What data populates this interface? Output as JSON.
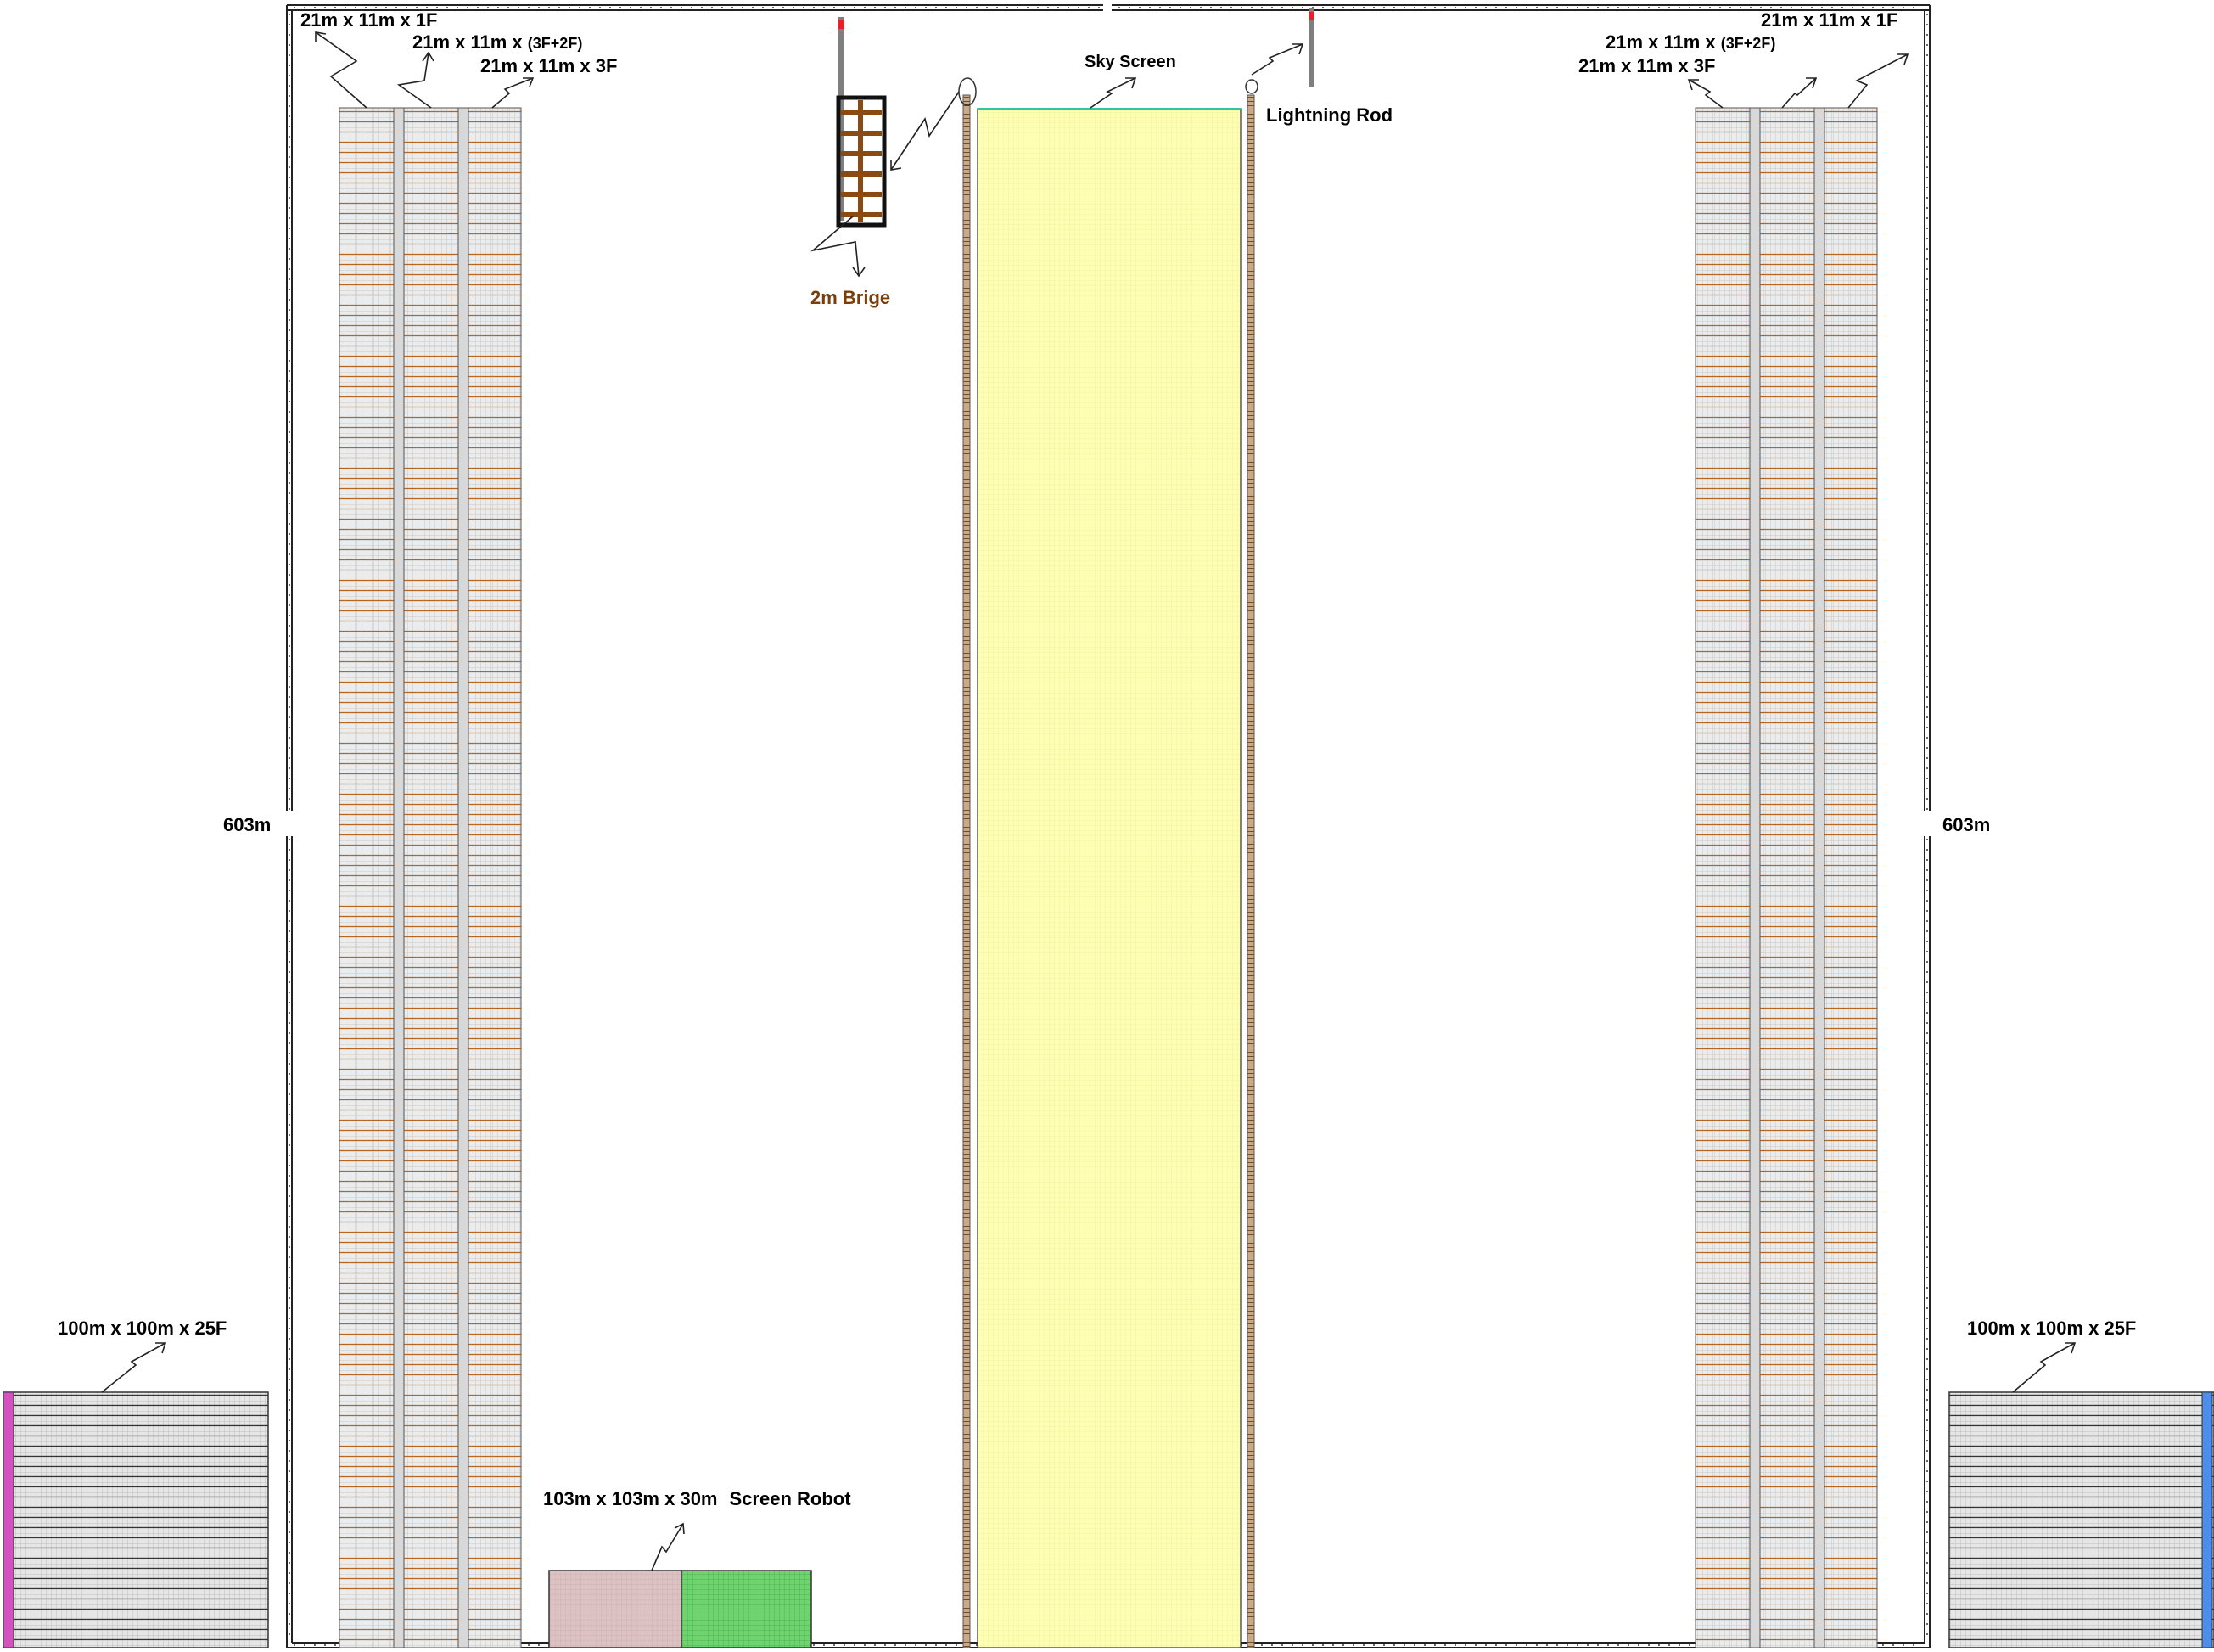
{
  "labels": {
    "left_tower_1f": "21m x 11m x 1F",
    "left_tower_3f2f_main": "21m x 11m x",
    "left_tower_3f2f_suffix": "(3F+2F)",
    "left_tower_3f": "21m x 11m x 3F",
    "right_tower_1f": "21m x 11m x 1F",
    "right_tower_3f2f_main": "21m x 11m x",
    "right_tower_3f2f_suffix": "(3F+2F)",
    "right_tower_3f": "21m x 11m x 3F",
    "height_left": "603m",
    "height_right": "603m",
    "sky_screen": "Sky Screen",
    "lightning_rod": "Lightning Rod",
    "bridge": "2m Brige",
    "left_block": "100m x 100m x 25F",
    "right_block": "100m x 100m x 25F",
    "robot_dims": "103m x 103m x 30m",
    "robot_name": "Screen Robot"
  },
  "colors": {
    "outline": "#000000",
    "tower_fill": "#e4e4e4",
    "tower_floor_line": "#b5651d",
    "sky_screen_fill": "#ffffb7",
    "sky_screen_top": "#2ec4a6",
    "bridge_frame": "#111111",
    "bridge_fill": "#8b4a12",
    "bridge_label": "#7a3e0c",
    "robot_pink": "#d9bcbc",
    "robot_green": "#66cc66",
    "block_left_accent": "#d452c0",
    "block_right_accent": "#4f8ee8",
    "rod_tip": "#e8202a",
    "rod_body": "#7f7f7f"
  }
}
